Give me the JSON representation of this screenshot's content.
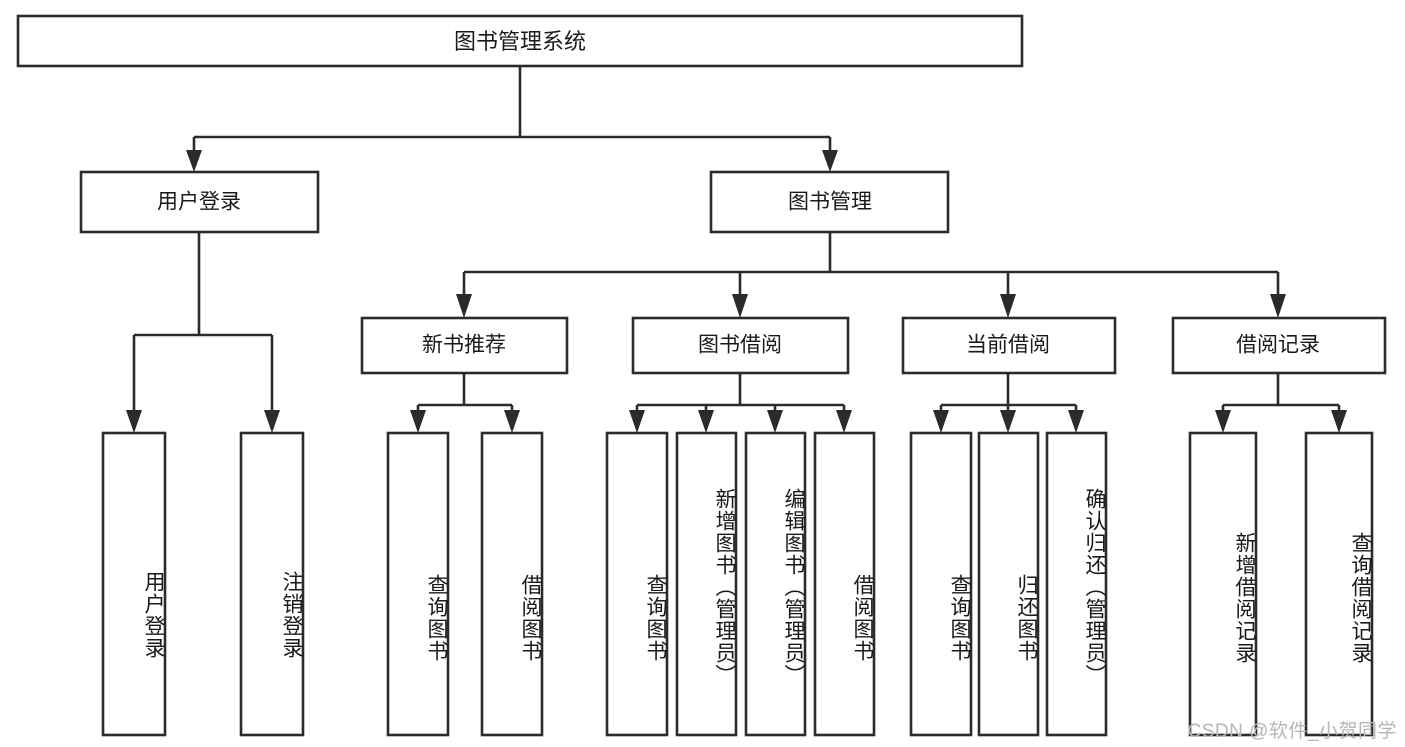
{
  "diagram": {
    "type": "tree-hierarchy",
    "title_node": {
      "id": "root",
      "label": "图书管理系统"
    },
    "level2": [
      {
        "id": "user-login",
        "label": "用户登录"
      },
      {
        "id": "book-manage",
        "label": "图书管理"
      }
    ],
    "level3": [
      {
        "id": "new-book-rec",
        "label": "新书推荐",
        "parent": "book-manage"
      },
      {
        "id": "book-borrow",
        "label": "图书借阅",
        "parent": "book-manage"
      },
      {
        "id": "current-borrow",
        "label": "当前借阅",
        "parent": "book-manage"
      },
      {
        "id": "borrow-record",
        "label": "借阅记录",
        "parent": "book-manage"
      }
    ],
    "leaves": [
      {
        "id": "leaf-user-login",
        "label": "用户登录",
        "parent": "user-login"
      },
      {
        "id": "leaf-logout",
        "label": "注销登录",
        "parent": "user-login"
      },
      {
        "id": "leaf-query-book-1",
        "label": "查询图书",
        "parent": "new-book-rec"
      },
      {
        "id": "leaf-borrow-book-1",
        "label": "借阅图书",
        "parent": "new-book-rec"
      },
      {
        "id": "leaf-query-book-2",
        "label": "查询图书",
        "parent": "book-borrow"
      },
      {
        "id": "leaf-add-book",
        "label": "新增图书（管理员）",
        "parent": "book-borrow"
      },
      {
        "id": "leaf-edit-book",
        "label": "编辑图书（管理员）",
        "parent": "book-borrow"
      },
      {
        "id": "leaf-borrow-book-2",
        "label": "借阅图书",
        "parent": "book-borrow"
      },
      {
        "id": "leaf-query-book-3",
        "label": "查询图书",
        "parent": "current-borrow"
      },
      {
        "id": "leaf-return-book",
        "label": "归还图书",
        "parent": "current-borrow"
      },
      {
        "id": "leaf-confirm-return",
        "label": "确认归还（管理员）",
        "parent": "current-borrow"
      },
      {
        "id": "leaf-add-record",
        "label": "新增借阅记录",
        "parent": "borrow-record"
      },
      {
        "id": "leaf-query-record",
        "label": "查询借阅记录",
        "parent": "borrow-record"
      }
    ],
    "colors": {
      "stroke": "#2b2b2b",
      "fill": "#ffffff",
      "text": "#1a1a1a",
      "watermark": "#b6b6b6"
    }
  },
  "watermark": {
    "text": "CSDN @软件_小贺同学"
  }
}
